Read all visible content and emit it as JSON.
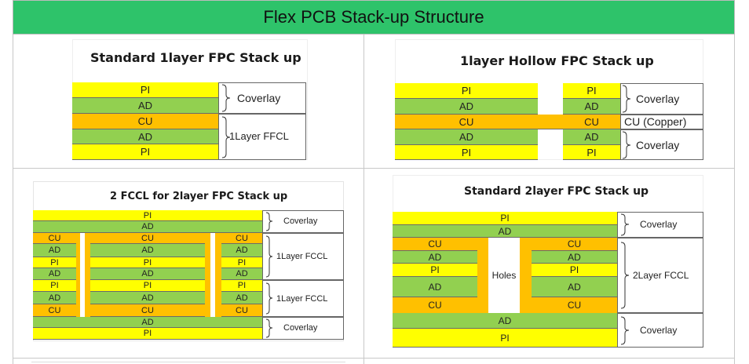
{
  "page_title": "Flex PCB Stack-up Structure",
  "layers": {
    "pi": "PI",
    "ad": "AD",
    "cu": "CU",
    "cu_copper": "CU (Copper)",
    "holes": "Holes"
  },
  "colors": {
    "pi": "#ffff00",
    "ad": "#92d050",
    "cu": "#ffc000",
    "header": "#2ec36a"
  },
  "panels": {
    "p1": {
      "title": "Standard 1layer FPC Stack up",
      "label_top": "Coverlay",
      "label_bottom": "1Layer FFCL"
    },
    "p2": {
      "title": "1layer Hollow FPC Stack up",
      "label_top": "Coverlay",
      "label_bottom": "Coverlay"
    },
    "p3": {
      "title": "2 FCCL for 2layer FPC Stack up",
      "label_1": "Coverlay",
      "label_2": "1Layer FCCL",
      "label_3": "1Layer FCCL",
      "label_4": "Coverlay"
    },
    "p4": {
      "title": "Standard 2layer FPC Stack up",
      "label_top": "Coverlay",
      "label_mid": "2Layer FCCL",
      "label_bottom": "Coverlay"
    }
  }
}
